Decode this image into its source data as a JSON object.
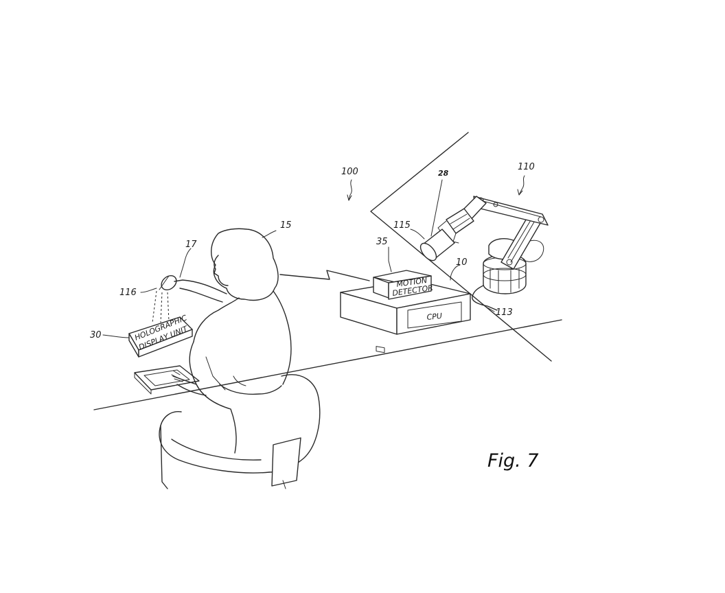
{
  "figure": {
    "caption": "Fig. 7",
    "reference_numerals": {
      "system": "100",
      "robot": "110",
      "gripper_object": "28",
      "end_effector": "115",
      "motion_detector_ref": "35",
      "cpu_ref": "10",
      "cable": "113",
      "operator": "15",
      "hand_object": "17",
      "projection": "116",
      "holographic_unit_ref": "30"
    },
    "components": {
      "motion_detector_line1": "MOTION",
      "motion_detector_line2": "DETECTOR",
      "cpu": "CPU",
      "holographic_line1": "HOLOGRAPHIC",
      "holographic_line2": "DISPLAY UNIT"
    }
  }
}
